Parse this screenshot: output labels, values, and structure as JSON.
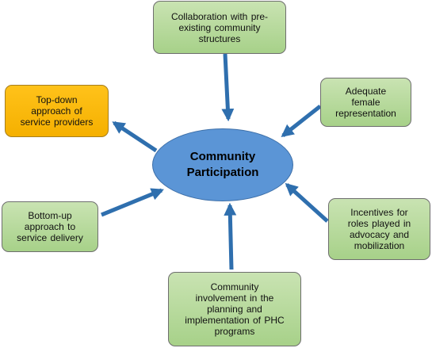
{
  "colors": {
    "arrow": "#2f6fae",
    "node_fill": "#a7d189",
    "highlight_fill": "#ffc000",
    "center_fill": "#5b95d6"
  },
  "center": {
    "label": "Community\nParticipation"
  },
  "nodes": {
    "collaboration": "Collaboration with pre-\nexisting community\nstructures",
    "female": "Adequate\nfemale\nrepresentation",
    "incentives": "Incentives for\nroles played in\nadvocacy and\nmobilization",
    "involvement": "Community\ninvolvement  in the\nplanning and\nimplementation of PHC\nprograms",
    "bottom_up": "Bottom-up\napproach to\nservice delivery",
    "top_down": "Top-down\napproach of\nservice providers"
  }
}
